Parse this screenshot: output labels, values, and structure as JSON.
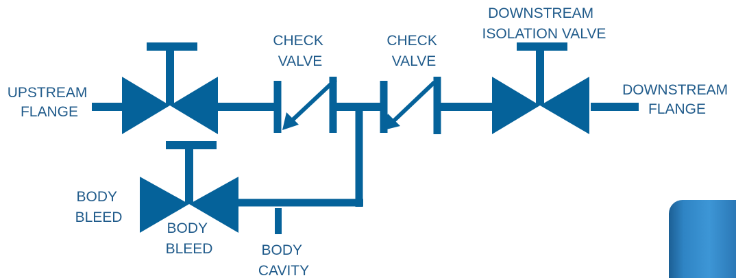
{
  "diagram": {
    "colors": {
      "symbol": "#05629a",
      "label": "#1f5a8a"
    },
    "labels": {
      "upstream_flange": [
        "UPSTREAM",
        "FLANGE"
      ],
      "check_valve_1": [
        "CHECK",
        "VALVE"
      ],
      "check_valve_2": [
        "CHECK",
        "VALVE"
      ],
      "downstream_isolation_valve": [
        "DOWNSTREAM",
        "ISOLATION VALVE"
      ],
      "downstream_flange": [
        "DOWNSTREAM",
        "FLANGE"
      ],
      "body_bleed_left": [
        "BODY",
        "BLEED"
      ],
      "body_bleed_valve": [
        "BODY",
        "BLEED"
      ],
      "body_cavity": [
        "BODY",
        "CAVITY"
      ]
    }
  }
}
